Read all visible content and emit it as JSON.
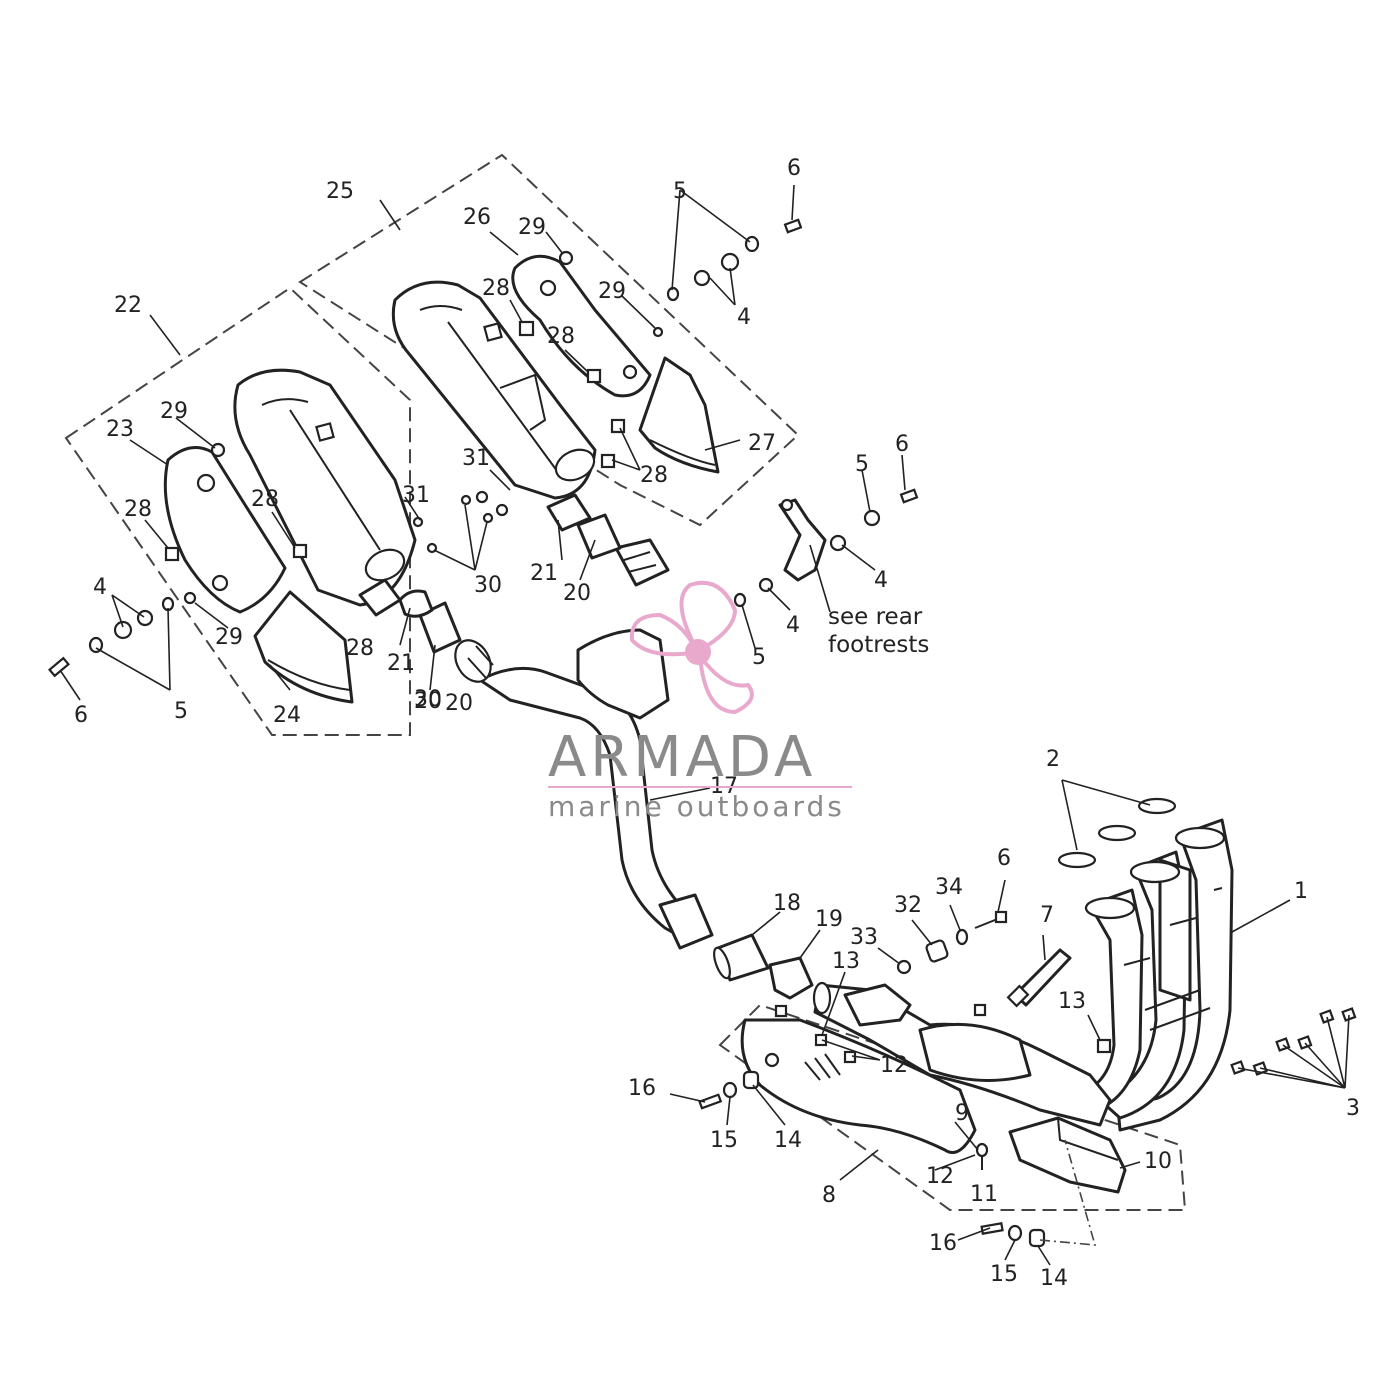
{
  "callouts": {
    "c1": "1",
    "c2": "2",
    "c3": "3",
    "c4a": "4",
    "c4b": "4",
    "c4c": "4",
    "c4d": "4",
    "c5a": "5",
    "c5b": "5",
    "c5c": "5",
    "c5d": "5",
    "c6a": "6",
    "c6b": "6",
    "c6c": "6",
    "c6d": "6",
    "c7": "7",
    "c8": "8",
    "c9": "9",
    "c10": "10",
    "c11": "11",
    "c12a": "12",
    "c12b": "12",
    "c13a": "13",
    "c13b": "13",
    "c14a": "14",
    "c14b": "14",
    "c15a": "15",
    "c15b": "15",
    "c16a": "16",
    "c16b": "16",
    "c17": "17",
    "c18": "18",
    "c19": "19",
    "c20a": "20",
    "c20b": "20",
    "c20c": "20",
    "c21a": "21",
    "c21b": "21",
    "c22": "22",
    "c23": "23",
    "c24": "24",
    "c25": "25",
    "c26": "26",
    "c27": "27",
    "c28a": "28",
    "c28b": "28",
    "c28c": "28",
    "c28d": "28",
    "c28e": "28",
    "c28f": "28",
    "c29a": "29",
    "c29b": "29",
    "c29c": "29",
    "c29d": "29",
    "c30a": "30",
    "c30b": "30",
    "c31a": "31",
    "c31b": "31",
    "c32": "32",
    "c33": "33",
    "c34": "34"
  },
  "notes": {
    "footrest_line1": "see rear",
    "footrest_line2": "footrests"
  },
  "watermark": {
    "brand": "ARMADA",
    "tagline": "marine outboards",
    "color": "#e9a9cd"
  }
}
